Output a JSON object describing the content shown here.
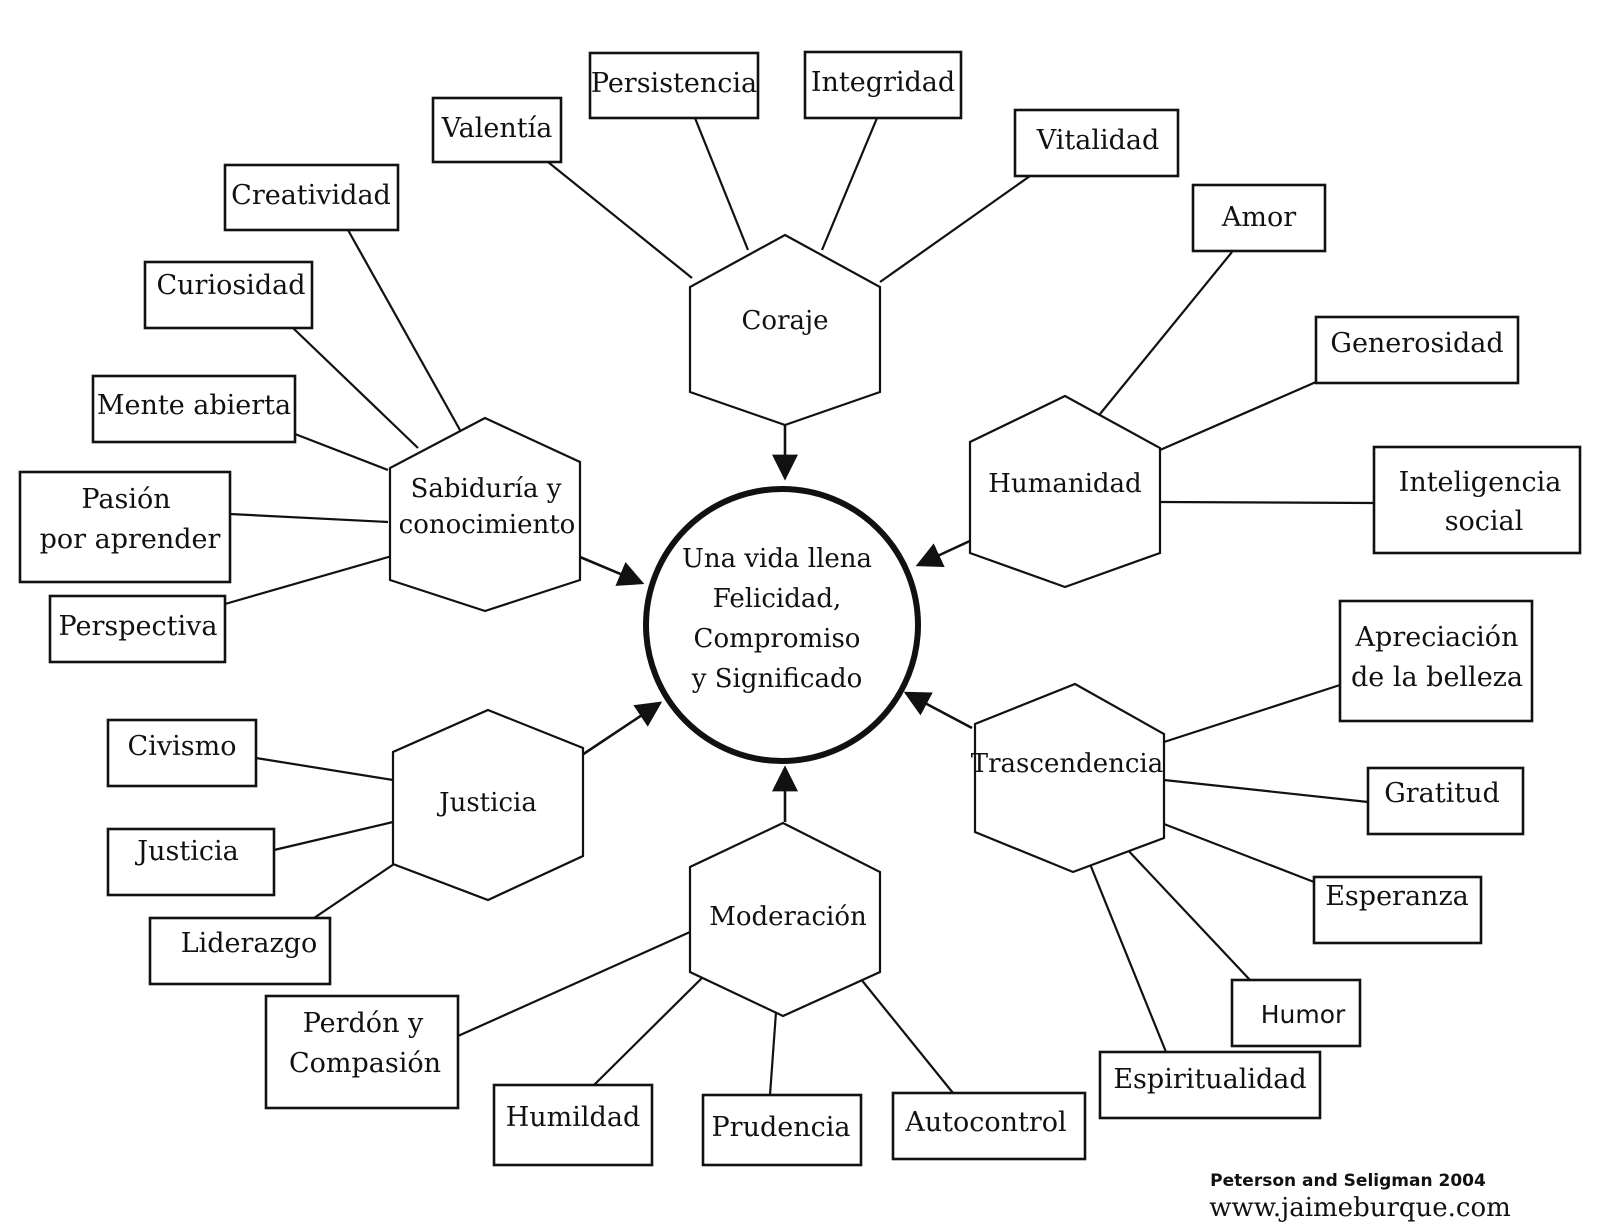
{
  "center": {
    "lines": [
      "Una vida llena",
      "Felicidad,",
      "Compromiso",
      "y Significado"
    ]
  },
  "virtues": {
    "coraje": {
      "label": "Coraje"
    },
    "sabiduria": {
      "lines": [
        "Sabiduría y",
        "conocimiento"
      ]
    },
    "humanidad": {
      "label": "Humanidad"
    },
    "justicia": {
      "label": "Justicia"
    },
    "moderacion": {
      "label": "Moderación"
    },
    "trascendencia": {
      "label": "Trascendencia"
    }
  },
  "strengths": {
    "valentia": "Valentía",
    "persistencia": "Persistencia",
    "integridad": "Integridad",
    "vitalidad": "Vitalidad",
    "creatividad": "Creatividad",
    "curiosidad": "Curiosidad",
    "mente_abierta": "Mente abierta",
    "pasion": [
      "Pasión",
      "por aprender"
    ],
    "perspectiva": "Perspectiva",
    "amor": "Amor",
    "generosidad": "Generosidad",
    "inteligencia_social": [
      "Inteligencia",
      "social"
    ],
    "civismo": "Civismo",
    "justicia": "Justicia",
    "liderazgo": "Liderazgo",
    "perdon": [
      "Perdón y",
      "Compasión"
    ],
    "humildad": "Humildad",
    "prudencia": "Prudencia",
    "autocontrol": "Autocontrol",
    "apreciacion": [
      "Apreciación",
      "de la belleza"
    ],
    "gratitud": "Gratitud",
    "esperanza": "Esperanza",
    "humor": "Humor",
    "espiritualidad": "Espiritualidad"
  },
  "credit": {
    "authors": "Peterson and Seligman 2004",
    "url": "www.jaimeburque.com"
  }
}
